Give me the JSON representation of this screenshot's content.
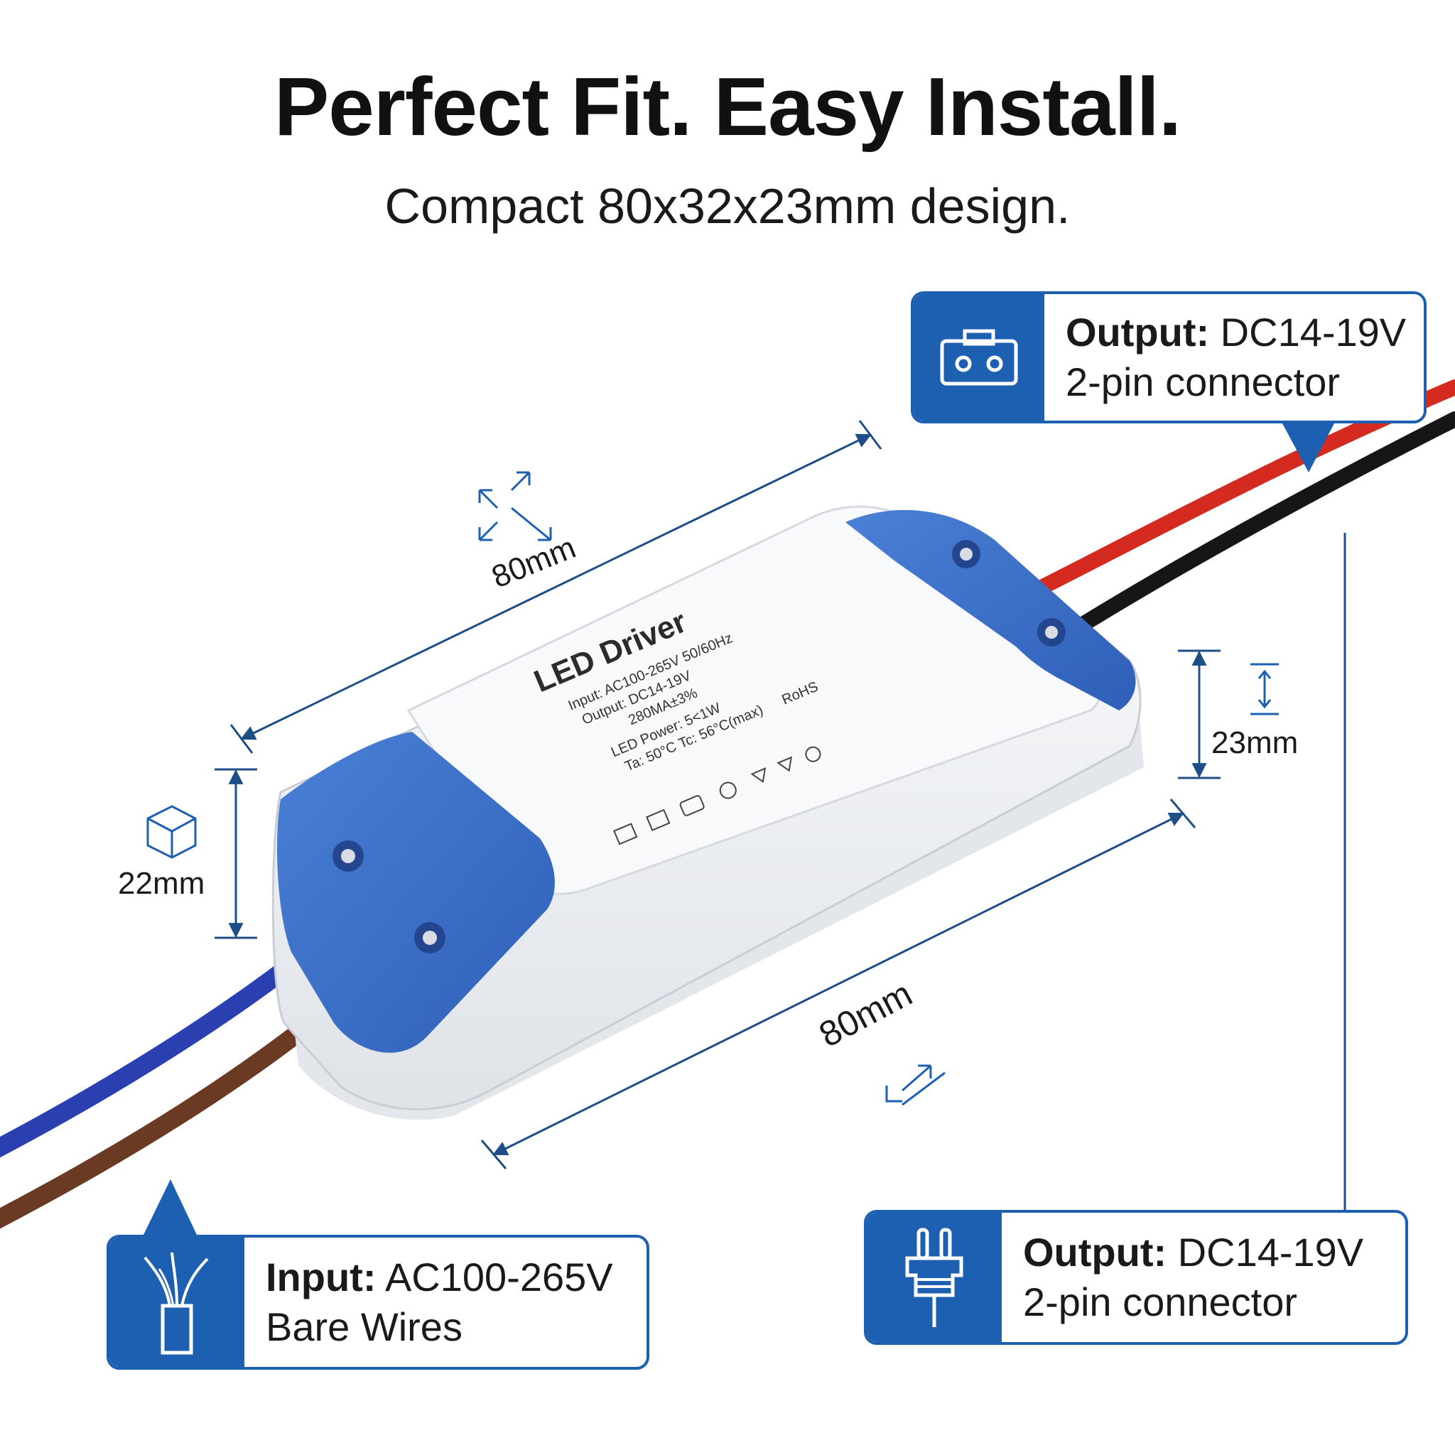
{
  "header": {
    "title": "Perfect Fit. Easy Install.",
    "subtitle": "Compact 80x32x23mm design."
  },
  "dimensions": {
    "length_top": "80mm",
    "length_bottom": "80mm",
    "height_left": "22mm",
    "height_right": "23mm"
  },
  "device_label": {
    "title": "LED Driver",
    "lines": [
      "Input: AC100-265V 50/60Hz",
      "Output: DC14-19V",
      "280MA±3%",
      "LED Power: 5<1W",
      "Ta: 50°C  Tc: 56°C(max)"
    ],
    "rohs": "RoHS"
  },
  "callouts": {
    "top": {
      "line1_prefix": "Output:",
      "line1_value": " DC14-19V",
      "line2": "2-pin connector",
      "icon": "connector-icon"
    },
    "input": {
      "line1_prefix": "Input:",
      "line1_value": " AC100-265V",
      "line2": "Bare Wires",
      "icon": "bare-wires-icon"
    },
    "bottom": {
      "line1_prefix": "Output:",
      "line1_value": " DC14-19V",
      "line2": "2-pin connector",
      "icon": "plug-icon"
    }
  },
  "colors": {
    "brand_blue": "#1d5fb0",
    "dimension_line": "#1d4f86",
    "housing_white": "#f2f3f5",
    "cap_blue": "#3a6fc9",
    "wire_red": "#d42a1f",
    "wire_black": "#161616",
    "wire_blue": "#2a3fb0",
    "wire_brown": "#6b3a22"
  }
}
